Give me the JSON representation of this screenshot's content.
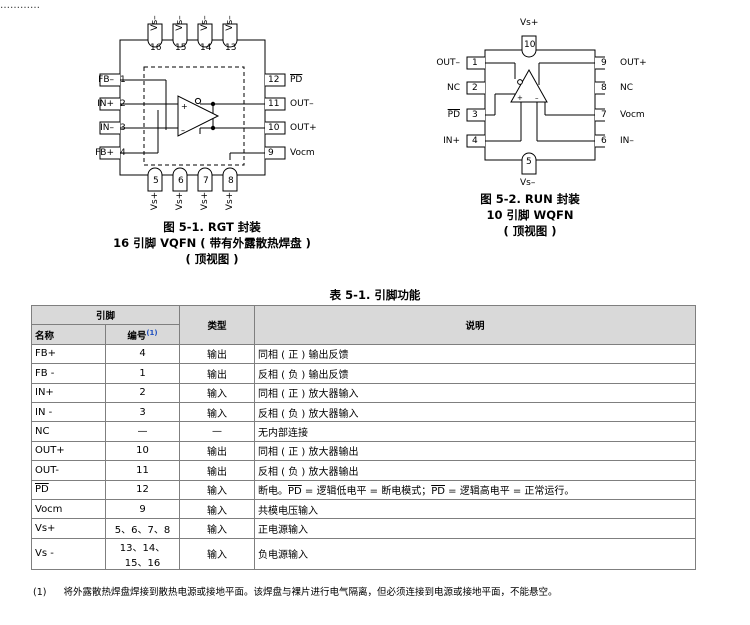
{
  "top_fragment": "…………",
  "fig1": {
    "caption_lines": [
      "图 5-1. RGT 封装",
      "16 引脚 VQFN ( 带有外露散热焊盘 )",
      "( 顶视图 )"
    ],
    "top_pins": [
      {
        "num": "16",
        "label": "Vs–"
      },
      {
        "num": "15",
        "label": "Vs–"
      },
      {
        "num": "14",
        "label": "Vs–"
      },
      {
        "num": "13",
        "label": "Vs–"
      }
    ],
    "bottom_pins": [
      {
        "num": "5",
        "label": "Vs+"
      },
      {
        "num": "6",
        "label": "Vs+"
      },
      {
        "num": "7",
        "label": "Vs+"
      },
      {
        "num": "8",
        "label": "Vs+"
      }
    ],
    "left_pins": [
      {
        "num": "1",
        "label": "FB–"
      },
      {
        "num": "2",
        "label": "IN+"
      },
      {
        "num": "3",
        "label": "IN–"
      },
      {
        "num": "4",
        "label": "FB+"
      }
    ],
    "right_pins": [
      {
        "num": "12",
        "label": "PD"
      },
      {
        "num": "11",
        "label": "OUT–"
      },
      {
        "num": "10",
        "label": "OUT+"
      },
      {
        "num": "9",
        "label": "Vocm"
      }
    ]
  },
  "fig2": {
    "caption_lines": [
      "图 5-2. RUN 封装",
      "10 引脚 WQFN",
      "( 顶视图 )"
    ],
    "top_pin": {
      "num": "10",
      "label": "Vs+"
    },
    "bottom_pin": {
      "num": "5",
      "label": "Vs–"
    },
    "left_pins": [
      {
        "num": "1",
        "label": "OUT–"
      },
      {
        "num": "2",
        "label": "NC"
      },
      {
        "num": "3",
        "label": "PD"
      },
      {
        "num": "4",
        "label": "IN+"
      }
    ],
    "right_pins": [
      {
        "num": "9",
        "label": "OUT+"
      },
      {
        "num": "8",
        "label": "NC"
      },
      {
        "num": "7",
        "label": "Vocm"
      },
      {
        "num": "6",
        "label": "IN–"
      }
    ]
  },
  "table": {
    "title": "表 5-1. 引脚功能",
    "group_header": "引脚",
    "col_name": "名称",
    "col_num": "编号",
    "col_num_sup": "(1)",
    "col_type": "类型",
    "col_desc": "说明",
    "rows": [
      {
        "name": "FB+",
        "num": "4",
        "type": "输出",
        "desc": "同相 ( 正 ) 输出反馈"
      },
      {
        "name": "FB -",
        "num": "1",
        "type": "输出",
        "desc": "反相 ( 负 ) 输出反馈"
      },
      {
        "name": "IN+",
        "num": "2",
        "type": "输入",
        "desc": "同相 ( 正 ) 放大器输入"
      },
      {
        "name": "IN -",
        "num": "3",
        "type": "输入",
        "desc": "反相 ( 负 ) 放大器输入"
      },
      {
        "name": "NC",
        "num": "—",
        "type": "—",
        "desc": "无内部连接"
      },
      {
        "name": "OUT+",
        "num": "10",
        "type": "输出",
        "desc": "同相 ( 正 ) 放大器输出"
      },
      {
        "name": "OUT-",
        "num": "11",
        "type": "输出",
        "desc": "反相 ( 负 ) 放大器输出"
      },
      {
        "name": "PD",
        "num": "12",
        "type": "输入",
        "desc_parts": [
          "断电。",
          "PD",
          " = 逻辑低电平 = 断电模式；",
          "PD",
          " = 逻辑高电平 = 正常运行。"
        ]
      },
      {
        "name": "Vocm",
        "num": "9",
        "type": "输入",
        "desc": "共模电压输入"
      },
      {
        "name": "Vs+",
        "num": "5、6、7、8",
        "type": "输入",
        "desc": "正电源输入"
      },
      {
        "name": "Vs -",
        "num": "13、14、15、16",
        "type": "输入",
        "desc": "负电源输入"
      }
    ]
  },
  "footnote": {
    "mark": "(1)",
    "text": "将外露散热焊盘焊接到散热电源或接地平面。该焊盘与裸片进行电气隔离，但必须连接到电源或接地平面，不能悬空。"
  }
}
